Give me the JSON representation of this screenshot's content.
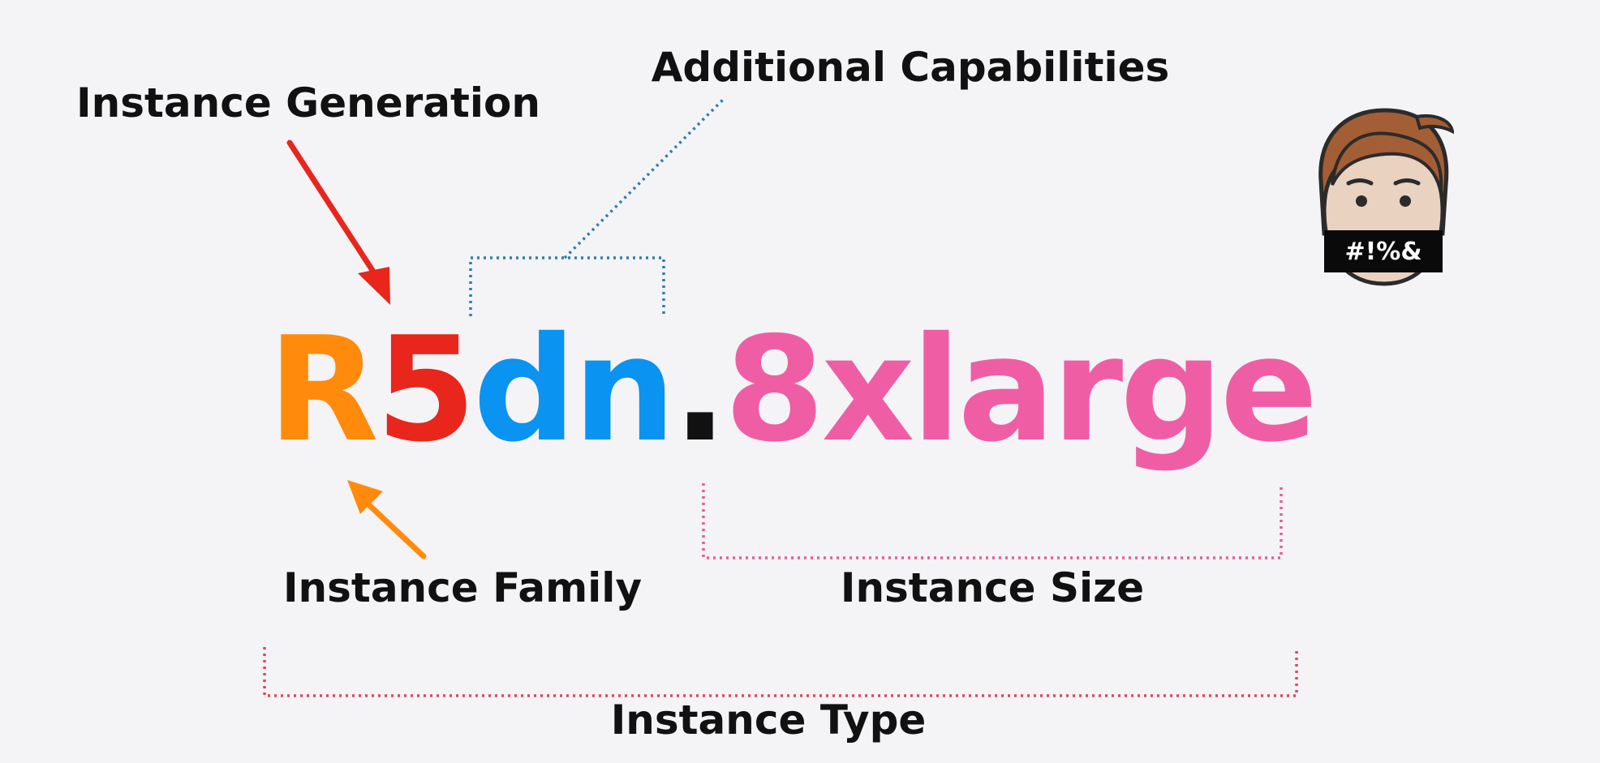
{
  "labels": {
    "generation": "Instance Generation",
    "capabilities": "Additional Capabilities",
    "family": "Instance Family",
    "size": "Instance Size",
    "type": "Instance Type"
  },
  "code": {
    "family": "R",
    "generation": "5",
    "capabilities": "dn",
    "dot": ".",
    "size": "8xlarge"
  },
  "colors": {
    "family": "#ff8a0c",
    "generation": "#e8261c",
    "capabilities": "#0a93f0",
    "dot": "#111111",
    "size": "#ef5ea4",
    "capabilities_bracket": "#2a7fae",
    "size_bracket": "#e55c95",
    "type_bracket": "#e0465e"
  },
  "avatar": {
    "badge_text": "#!%&"
  }
}
